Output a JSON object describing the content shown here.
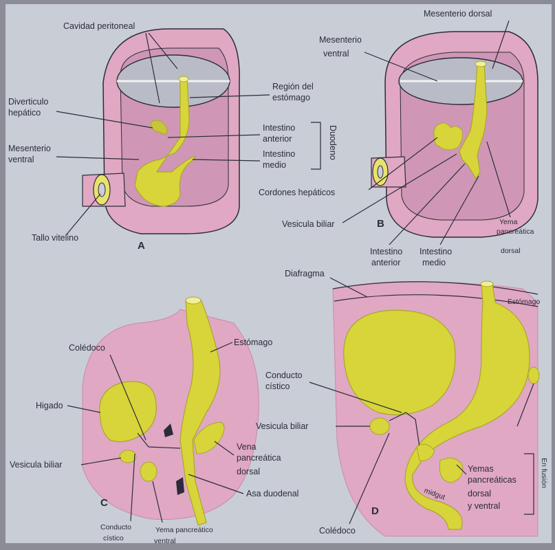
{
  "figure": {
    "colors": {
      "background": "#c9cdd6",
      "frame": "#8c8c96",
      "tissue": "#e0a8c2",
      "tissue_dark": "#c98aa8",
      "organ": "#d7d53a",
      "organ_dark": "#a9a62a",
      "cavity": "#b9bcc6"
    },
    "panel_A": {
      "letter": "A",
      "labels": {
        "peritoneal_cavity": "Cavidad peritoneal",
        "hepatic_diverticulum_1": "Diverticulo",
        "hepatic_diverticulum_2": "hepático",
        "stomach_region_1": "Región del",
        "stomach_region_2": "estómago",
        "foregut_1": "Intestino",
        "foregut_2": "anterior",
        "midgut_1": "Intestino",
        "midgut_2": "medio",
        "duodenum": "Duodeno",
        "ventral_mesentery_1": "Mesenterio",
        "ventral_mesentery_2": "ventral",
        "vitelline_stalk": "Tallo vitelino"
      }
    },
    "panel_B": {
      "letter": "B",
      "labels": {
        "dorsal_mesentery": "Mesenterio dorsal",
        "ventral_mesentery_1": "Mesenterio",
        "ventral_mesentery_2": "ventral",
        "hepatic_cords": "Cordones hepáticos",
        "gallbladder": "Vesicula biliar",
        "foregut_1": "Intestino",
        "foregut_2": "anterior",
        "midgut_1": "Intestino",
        "midgut_2": "medio",
        "dorsal_pancreatic_bud_1": "Yema",
        "dorsal_pancreatic_bud_2": "pancreática",
        "dorsal_pancreatic_bud_3": "dorsal"
      }
    },
    "panel_C": {
      "letter": "C",
      "labels": {
        "choledochus": "Colédoco",
        "stomach": "Estómago",
        "liver": "Higado",
        "gallbladder": "Vesicula biliar",
        "dorsal_pancreatic_1": "Vena",
        "dorsal_pancreatic_2": "pancreática",
        "dorsal_pancreatic_3": "dorsal",
        "duodenal_loop": "Asa duodenal",
        "cystic_duct_1": "Conducto",
        "cystic_duct_2": "cístico",
        "ventral_pancreatic_1": "Yema pancreático",
        "ventral_pancreatic_2": "ventral"
      }
    },
    "panel_D": {
      "letter": "D",
      "labels": {
        "diaphragm": "Diafragma",
        "stomach": "Estómago",
        "cystic_duct_1": "Conducto",
        "cystic_duct_2": "cístico",
        "gallbladder": "Vesicula biliar",
        "pancreatic_buds_1": "Yemas",
        "pancreatic_buds_2": "pancreáticas",
        "pancreatic_buds_3": "dorsal",
        "pancreatic_buds_4": "y ventral",
        "fusion": "En fusión",
        "midgut": "midgut",
        "choledochus": "Colédoco"
      }
    }
  }
}
